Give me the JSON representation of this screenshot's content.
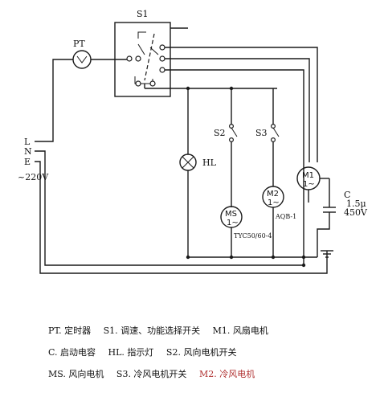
{
  "labels": {
    "timer": "PT",
    "selector_switch": "S1",
    "live": "L",
    "neutral": "N",
    "earth": "E",
    "voltage": "~220V",
    "lamp": "HL",
    "switch2": "S2",
    "switch3": "S3",
    "m1_name": "M1",
    "m1_phase": "1~",
    "m2_name": "M2",
    "m2_phase": "1~",
    "m2_model": "AQB-1",
    "ms_name": "MS",
    "ms_phase": "1~",
    "ms_model": "TYC50/60-4",
    "cap_name": "C",
    "cap_value": "1.5μ",
    "cap_voltage": "450V"
  },
  "legend": {
    "row1": [
      "PT. 定时器",
      "S1. 调速、功能选择开关",
      "M1. 风扇电机"
    ],
    "row2": [
      "C. 启动电容",
      "HL. 指示灯",
      "S2. 风向电机开关"
    ],
    "row3": [
      "MS. 风向电机",
      "S3. 冷风电机开关",
      "M2. 冷风电机"
    ]
  },
  "colors": {
    "accent": "#b03030"
  }
}
